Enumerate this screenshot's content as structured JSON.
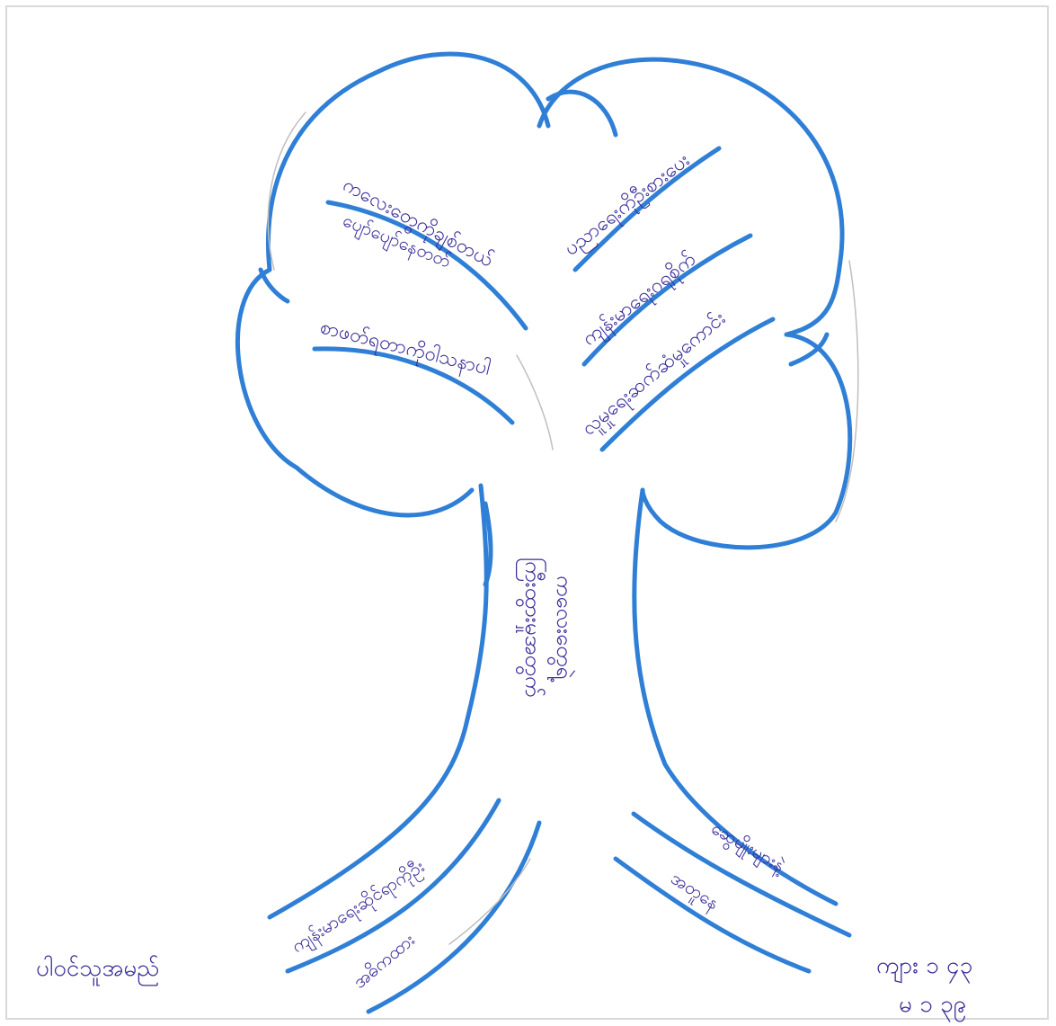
{
  "diagram": {
    "colors": {
      "outline": "#2f7fd6",
      "handwriting": "#3a2f9a",
      "pencil": "#bfbfbf"
    },
    "branch_labels": [
      "ကလေးတွေကိုချစ်တယ်",
      "ပညာရေးကိုဦးစားပေး",
      "ကျန်းမာရေးဂရုစိုက်",
      "လူမှုရေးဆက်ဆံမှုကောင်း",
      "စာဖတ်ရတာကိုဝါသနာပါ",
      "ပျော်ပျော်နေတတ်"
    ],
    "trunk_label_1": "ကလေးတွေရဲ့",
    "trunk_label_2": "ကြီးထွားမှုအတွက်",
    "root_labels": [
      "ကျန်းမာရေးဆိုင်ရာကိုဦး",
      "အဓိကထား",
      "ဆွေမျိုးများနဲ့",
      "အတူနေ"
    ],
    "footer_left": "ပါဝင်သူအမည်",
    "footer_right_line1": "ကျား ၁ ၄၃",
    "footer_right_line2": "မ ၁ ၃၉"
  }
}
